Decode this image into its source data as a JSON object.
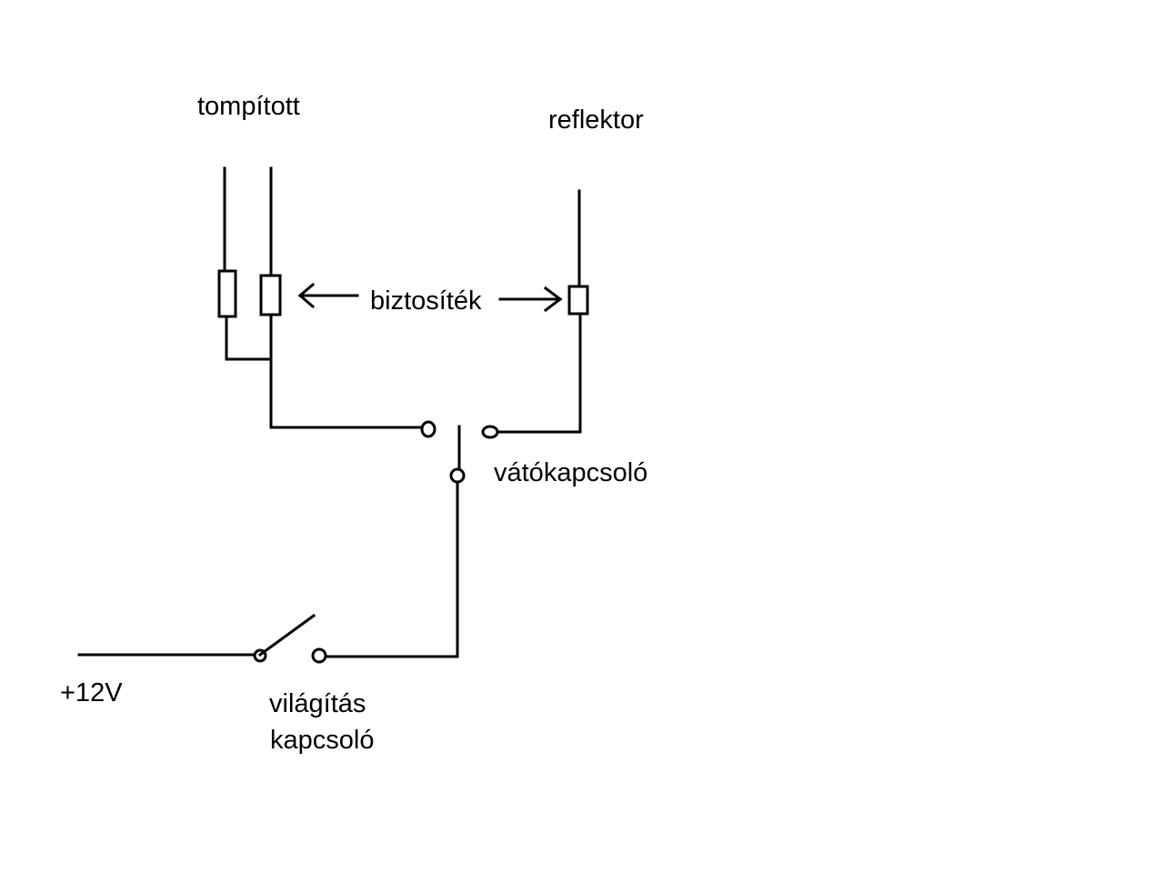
{
  "labels": {
    "low_beam": "tompított",
    "high_beam": "reflektor",
    "fuse": "biztosíték",
    "changeover_switch": "vátókapcsoló",
    "supply": "+12V",
    "light_switch_line1": "világítás",
    "light_switch_line2": "kapcsoló"
  },
  "colors": {
    "ink": "#000000",
    "background": "#ffffff"
  }
}
